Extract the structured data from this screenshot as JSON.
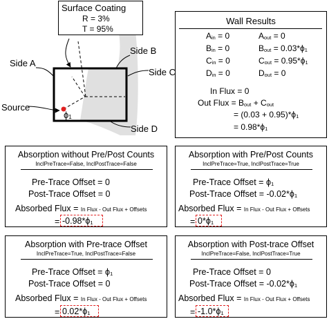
{
  "coating": {
    "title": "Surface Coating",
    "r": "R = 3%",
    "t": "T = 95%"
  },
  "diagram": {
    "side_a": "Side A",
    "side_b": "Side B",
    "side_c": "Side C",
    "side_d": "Side D",
    "source": "Source",
    "phi_label": "ϕ",
    "phi_sub": "1"
  },
  "wall": {
    "title": "Wall Results",
    "rows": [
      {
        "in_l": "A",
        "in_s": "in",
        "in_v": " = 0",
        "out_l": "A",
        "out_s": "out",
        "out_v": " = 0"
      },
      {
        "in_l": "B",
        "in_s": "in",
        "in_v": " = 0",
        "out_l": "B",
        "out_s": "out",
        "out_v": " = 0.03*ϕ"
      },
      {
        "in_l": "C",
        "in_s": "in",
        "in_v": " = 0",
        "out_l": "C",
        "out_s": "out",
        "out_v": " = 0.95*ϕ"
      },
      {
        "in_l": "D",
        "in_s": "in",
        "in_v": " = 0",
        "out_l": "D",
        "out_s": "out",
        "out_v": " = 0"
      }
    ],
    "influx": "In Flux = 0",
    "outflux_prefix": "Out Flux = B",
    "outflux_s1": "out",
    "outflux_mid": " + C",
    "outflux_s2": "out",
    "eq1": "= (0.03 + 0.95)*ϕ",
    "eq2": "= 0.98*ϕ"
  },
  "panels": [
    {
      "title": "Absorption without Pre/Post Counts",
      "flags": "InclPreTrace=False, InclPostTrace=False",
      "pre": "Pre-Trace Offset = 0",
      "post": "Post-Trace Offset = 0",
      "absorbed": "Absorbed Flux =",
      "formula": "In Flux - Out Flux + Offsets",
      "eq": "=",
      "result": "-0.98*ϕ"
    },
    {
      "title": "Absorption with Pre/Post Counts",
      "flags": "InclPreTrace=True, InclPostTrace=True",
      "pre": "Pre-Trace Offset = ϕ",
      "post": "Post-Trace Offset = -0.02*ϕ",
      "absorbed": "Absorbed Flux =",
      "formula": "In Flux - Out Flux + Offsets",
      "eq": "=",
      "result": "0*ϕ"
    },
    {
      "title": "Absorption with Pre-trace Offset",
      "flags": "InclPreTrace=True, InclPostTrace=False",
      "pre": "Pre-Trace Offset = ϕ",
      "post": "Post-Trace Offset = 0",
      "absorbed": "Absorbed Flux =",
      "formula": "In Flux - Out Flux + Offsets",
      "eq": "=",
      "result": "0.02*ϕ"
    },
    {
      "title": "Absorption with Post-trace Offset",
      "flags": "InclPreTrace=False, InclPostTrace=True",
      "pre": "Pre-Trace Offset = 0",
      "post": "Post-Trace Offset = -0.02*ϕ",
      "absorbed": "Absorbed Flux =",
      "formula": "In Flux - Out Flux + Offsets",
      "eq": "=",
      "result": "-1.0*ϕ"
    }
  ],
  "colors": {
    "source_dot": "#e02020",
    "dashed_box": "#e02020",
    "transmitted_region": "#e0e0e0"
  }
}
